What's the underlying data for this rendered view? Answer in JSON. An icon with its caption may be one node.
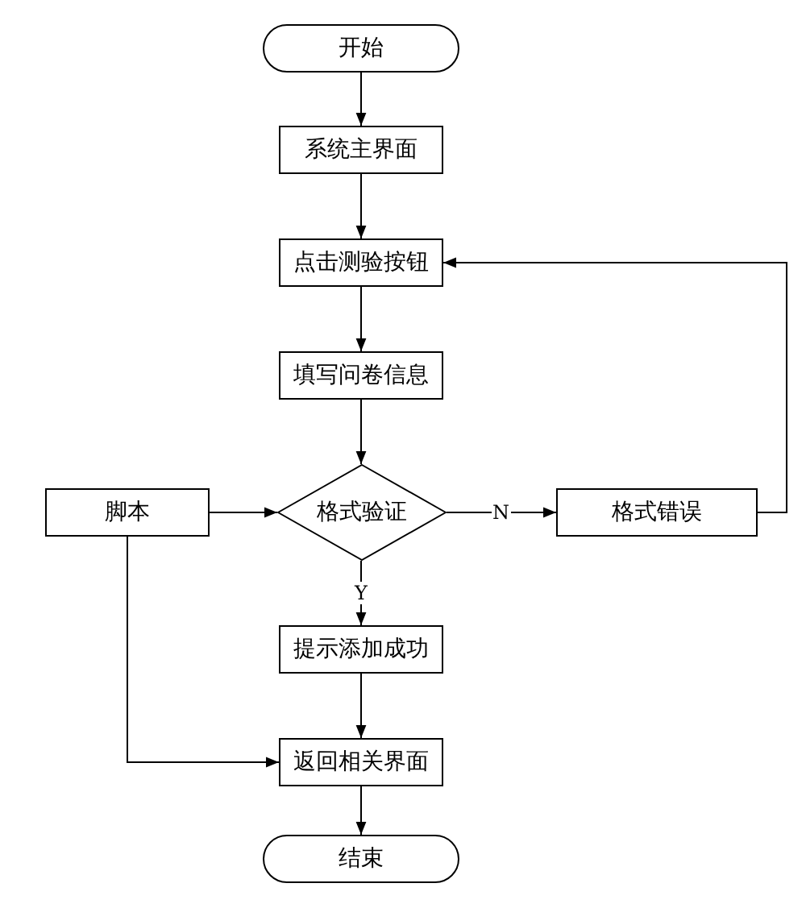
{
  "diagram": {
    "nodes": [
      {
        "text": [
          "开始"
        ]
      },
      {
        "text": [
          "系统主界面"
        ]
      },
      {
        "text": [
          "点击测验按钮"
        ]
      },
      {
        "text": [
          "填写问卷信息"
        ]
      },
      {
        "text": [
          "格式验证"
        ]
      },
      {
        "text": [
          "脚本"
        ]
      },
      {
        "text": [
          "格式错误"
        ]
      },
      {
        "text": [
          "提示添加成功"
        ]
      },
      {
        "text": [
          "返回相关界面"
        ]
      },
      {
        "text": [
          "结束"
        ]
      }
    ],
    "edges": [
      {
        "from": 0,
        "to": 1,
        "arrow": "to"
      },
      {
        "from": 1,
        "to": 2,
        "arrow": "to"
      },
      {
        "from": 2,
        "to": 3,
        "arrow": "to"
      },
      {
        "from": 3,
        "to": 4,
        "arrow": "to"
      },
      {
        "from": 4,
        "to": 6,
        "arrow": "to",
        "label": "N"
      },
      {
        "from": 6,
        "to": 2,
        "arrow": "to"
      },
      {
        "from": 4,
        "to": 7,
        "arrow": "to",
        "label": "Y"
      },
      {
        "from": 7,
        "to": 8,
        "arrow": "to"
      },
      {
        "from": 5,
        "to": 4,
        "arrow": "to"
      },
      {
        "from": 5,
        "to": 8,
        "arrow": "to"
      },
      {
        "from": 8,
        "to": 9,
        "arrow": "to"
      }
    ]
  }
}
